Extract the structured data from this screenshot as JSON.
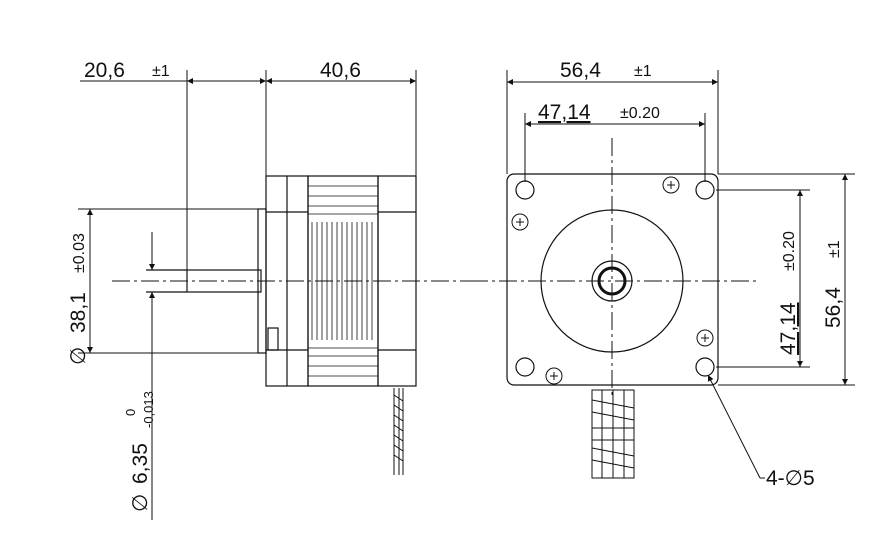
{
  "dimensions": {
    "shaft_extension": {
      "value": "20,6",
      "tolerance": "±1"
    },
    "body_length": {
      "value": "40,6"
    },
    "frame_width": {
      "value": "56,4",
      "tolerance": "±1"
    },
    "hole_spacing_h": {
      "value": "47,14",
      "tolerance": "±0.20"
    },
    "hole_spacing_v": {
      "value": "47,14",
      "tolerance": "±0.20"
    },
    "frame_height": {
      "value": "56,4",
      "tolerance": "±1"
    },
    "pilot_diameter": {
      "symbol": "∅",
      "value": "38,1",
      "tolerance": "±0.03"
    },
    "shaft_diameter": {
      "symbol": "∅",
      "value": "6,35",
      "tol_upper": "0",
      "tol_lower": "-0,013"
    },
    "mounting_holes": {
      "label": "4-∅5"
    }
  },
  "colors": {
    "line": "#111111",
    "background": "#ffffff"
  }
}
